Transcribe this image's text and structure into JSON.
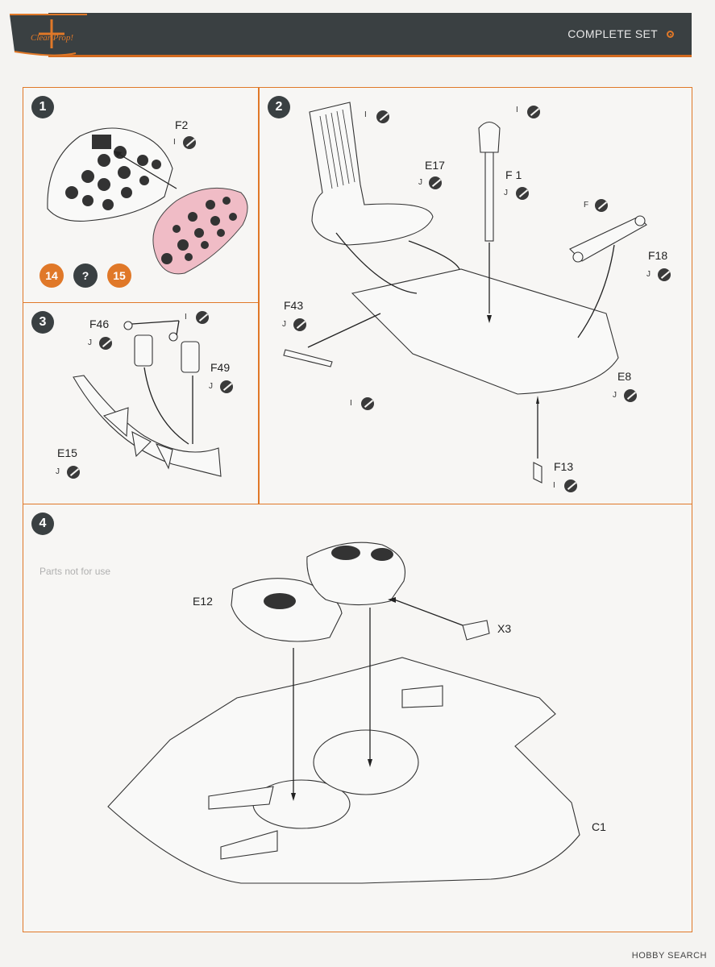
{
  "header": {
    "title": "COMPLETE SET",
    "logo_text": "Clear Prop!"
  },
  "steps": [
    {
      "number": "1",
      "labels": [
        "F2"
      ],
      "sprue_codes": [
        "I"
      ],
      "refs": [
        "14",
        "?",
        "15"
      ]
    },
    {
      "number": "2",
      "labels": [
        "E17",
        "F 1",
        "F",
        "F18",
        "F43",
        "E8",
        "F13"
      ],
      "sprue_codes": [
        "I",
        "J",
        "J",
        "J",
        "J",
        "I",
        "J",
        "I"
      ]
    },
    {
      "number": "3",
      "labels": [
        "F46",
        "F49",
        "E15"
      ],
      "sprue_codes": [
        "I",
        "J",
        "J",
        "J"
      ]
    },
    {
      "number": "4",
      "labels": [
        "E12",
        "X3",
        "C1"
      ],
      "note": "Parts not for use"
    }
  ],
  "colors": {
    "accent": "#e07828",
    "header_band": "#3a4042",
    "badge_ref_14": "#e07828",
    "badge_ref_q": "#3a4042",
    "badge_ref_15": "#e07828",
    "panel_pink": "#f0bcc6"
  },
  "watermark": "HOBBY SEARCH"
}
